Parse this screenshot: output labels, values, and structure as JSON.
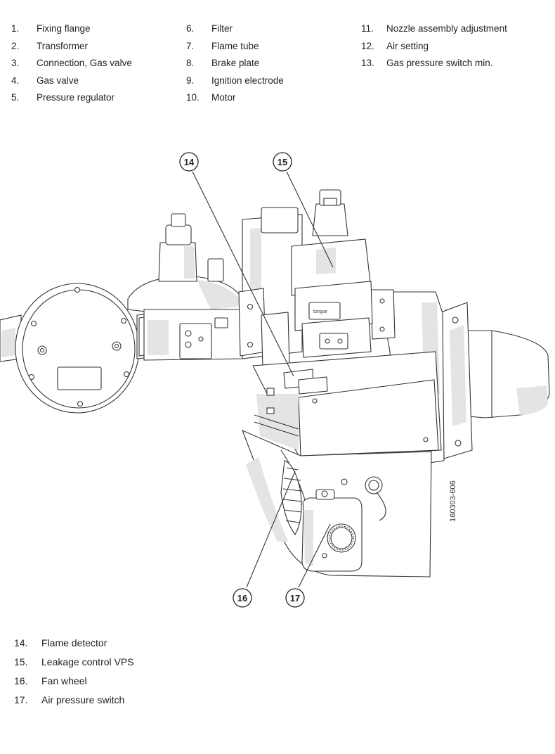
{
  "legend_top": [
    [
      {
        "num": "1.",
        "label": "Fixing flange"
      },
      {
        "num": "2.",
        "label": "Transformer"
      },
      {
        "num": "3.",
        "label": "Connection, Gas valve"
      },
      {
        "num": "4.",
        "label": "Gas valve"
      },
      {
        "num": "5.",
        "label": "Pressure regulator"
      }
    ],
    [
      {
        "num": "6.",
        "label": "Filter"
      },
      {
        "num": "7.",
        "label": "Flame tube"
      },
      {
        "num": "8.",
        "label": "Brake plate"
      },
      {
        "num": "9.",
        "label": "Ignition electrode"
      },
      {
        "num": "10.",
        "label": "Motor"
      }
    ],
    [
      {
        "num": "11.",
        "label": "Nozzle assembly adjustment"
      },
      {
        "num": "12.",
        "label": "Air setting"
      },
      {
        "num": "13.",
        "label": "Gas pressure switch min."
      }
    ]
  ],
  "legend_bottom": [
    {
      "num": "14.",
      "label": "Flame detector"
    },
    {
      "num": "15.",
      "label": "Leakage control VPS"
    },
    {
      "num": "16.",
      "label": "Fan wheel"
    },
    {
      "num": "17.",
      "label": "Air pressure switch"
    }
  ],
  "diagram": {
    "callouts": [
      "14",
      "15",
      "16",
      "17"
    ],
    "doc_id": "160303-606",
    "valve_brand": "torque"
  }
}
